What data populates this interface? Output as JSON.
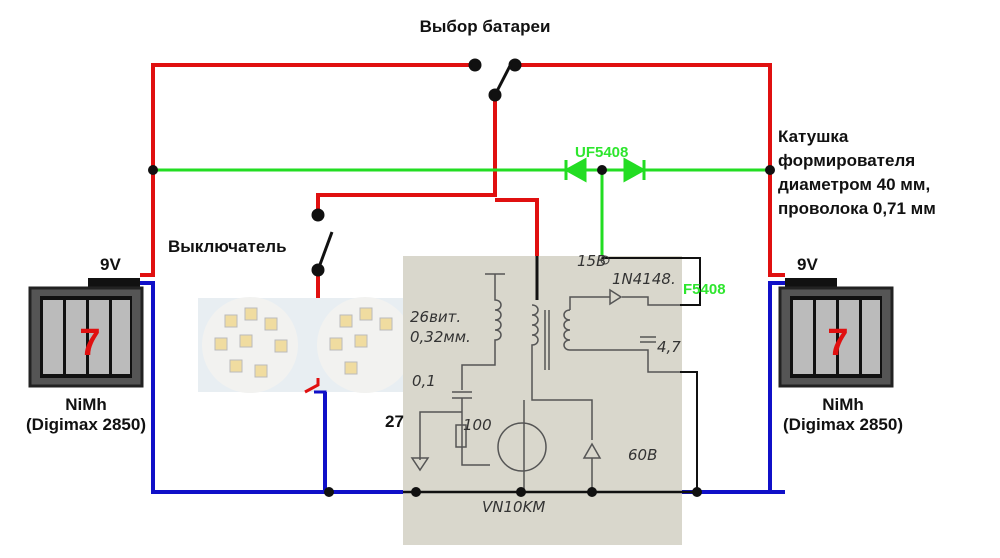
{
  "title": "Выбор батареи",
  "switch_label": "Выключатель",
  "diode_label": "UF5408",
  "diode_label_partial": "F5408",
  "coil_note": [
    "Катушка",
    "формирователя",
    "диаметром 40 мм,",
    "проволока 0,71 мм"
  ],
  "batteries": [
    {
      "voltage": "9V",
      "digit": "7",
      "type": "NiMh",
      "model": "(Digimax 2850)"
    },
    {
      "voltage": "9V",
      "digit": "7",
      "type": "NiMh",
      "model": "(Digimax 2850)"
    }
  ],
  "partial_label": "27",
  "handwritten": {
    "turns": "26вит.",
    "wire": "0,32мм.",
    "cap1": "0,1",
    "res": "100",
    "diode": "1N4148.",
    "cap2": "4,7",
    "voltage": "60В",
    "transistor": "VN10KM",
    "out": "15В"
  },
  "colors": {
    "positive": "#e01010",
    "negative": "#1010c8",
    "green": "#22dd22",
    "paper": "#d9d7cc"
  }
}
